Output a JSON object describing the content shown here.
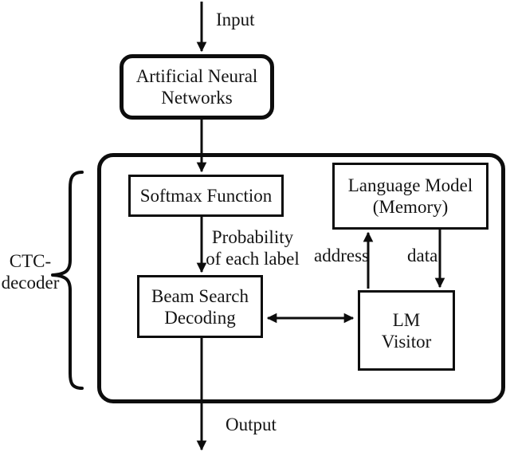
{
  "labels": {
    "input": "Input",
    "output": "Output",
    "probability": {
      "line1": "Probability",
      "line2": "of each label"
    },
    "address": "address",
    "data": "data",
    "ctc_decoder": {
      "line1": "CTC-",
      "line2": "decoder"
    }
  },
  "boxes": {
    "ann": {
      "line1": "Artificial Neural",
      "line2": "Networks"
    },
    "softmax": {
      "line1": "Softmax Function"
    },
    "language_model": {
      "line1": "Language Model",
      "line2": "(Memory)"
    },
    "beam_search": {
      "line1": "Beam Search",
      "line2": "Decoding"
    },
    "lm_visitor": {
      "line1": "LM",
      "line2": "Visitor"
    }
  },
  "colors": {
    "line": "#0d0d0d",
    "text": "#141414",
    "background": "#ffffff"
  }
}
